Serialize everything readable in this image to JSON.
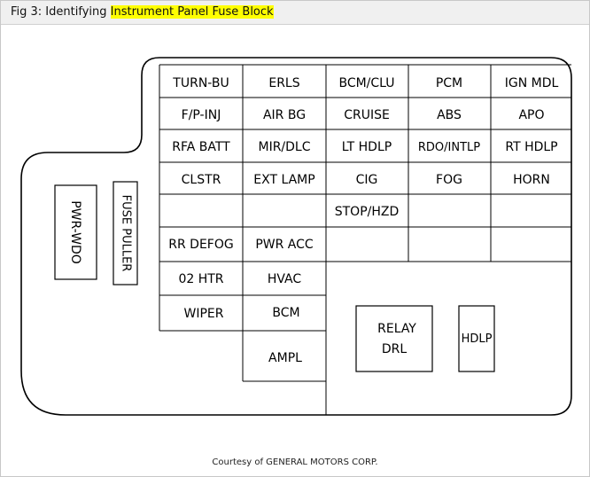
{
  "caption": {
    "prefix": "Fig 3: Identifying ",
    "highlight": "Instrument Panel Fuse Block"
  },
  "fuses": {
    "r1": [
      "TURN-BU",
      "ERLS",
      "BCM/CLU",
      "PCM",
      "IGN MDL"
    ],
    "r2": [
      "F/P-INJ",
      "AIR BG",
      "CRUISE",
      "ABS",
      "APO"
    ],
    "r3": [
      "RFA BATT",
      "MIR/DLC",
      "LT HDLP",
      "RDO/INTLP",
      "RT HDLP"
    ],
    "r4": [
      "CLSTR",
      "EXT LAMP",
      "CIG",
      "FOG",
      "HORN"
    ],
    "r5": [
      "",
      "",
      "STOP/HZD",
      "",
      ""
    ],
    "r6": [
      "RR DEFOG",
      "PWR ACC",
      "",
      "",
      ""
    ],
    "r7": [
      "02 HTR",
      "HVAC"
    ],
    "r8": [
      "WIPER",
      "BCM"
    ],
    "ampl": "AMPL"
  },
  "side": {
    "pwr_wdo": "PWR-WDO",
    "fuse_puller": "FUSE PULLER"
  },
  "relays": {
    "relay_line1": "RELAY",
    "relay_line2": "DRL",
    "hdlp": "HDLP"
  },
  "courtesy": "Courtesy of GENERAL MOTORS CORP."
}
